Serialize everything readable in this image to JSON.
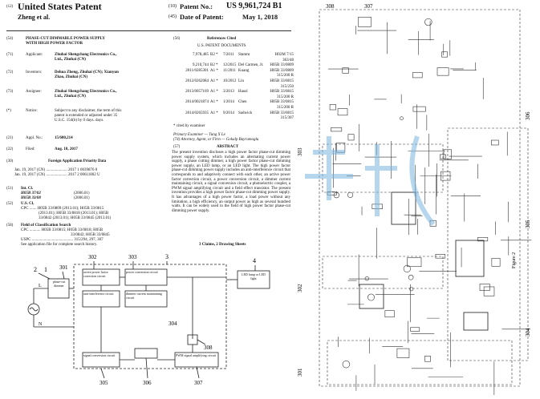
{
  "header": {
    "code12": "(12)",
    "title": "United States Patent",
    "authors": "Zheng et al.",
    "code10": "(10)",
    "patent_no_label": "Patent No.:",
    "patent_no": "US 9,961,724 B1",
    "code45": "(45)",
    "date_label": "Date of Patent:",
    "date": "May 1, 2018"
  },
  "left": {
    "code54": "(54)",
    "title_line1": "PHASE-CUT DIMMABLE POWER SUPPLY",
    "title_line2": "WITH HIGH POWER FACTOR",
    "code71": "(71)",
    "applicant_label": "Applicant:",
    "applicant_line1": "Zhuhai Shengchang Electronics Co.,",
    "applicant_line2": "Ltd., Zhuhai (CN)",
    "code72": "(72)",
    "inventors_label": "Inventors:",
    "inventors_line1": "Dehua Zheng, Zhuhai (CN); Xianyun",
    "inventors_line2": "Zhao, Zhuhai (CN)",
    "code73": "(73)",
    "assignee_label": "Assignee:",
    "assignee_line1": "Zhuhai Shengchang Electronics Co.,",
    "assignee_line2": "Ltd., Zhuhai (CN)",
    "codeStar": "(*)",
    "notice_label": "Notice:",
    "notice_line1": "Subject to any disclaimer, the term of this",
    "notice_line2": "patent is extended or adjusted under 35",
    "notice_line3": "U.S.C. 154(b) by 0 days. days.",
    "code21": "(21)",
    "appl_label": "Appl. No.:",
    "appl_no": "15/680,214",
    "code22": "(22)",
    "filed_label": "Filed:",
    "filed": "Aug. 18, 2017",
    "code30": "(30)",
    "foreign_heading": "Foreign Application Priority Data",
    "foreign1": "Jan. 19, 2017   (CN) ..................... 2017 1 0039876 0",
    "foreign2": "Jan. 19, 2017   (CN) ..................... 2017 2 00611802 U",
    "code51": "(51)",
    "intcl_label": "Int. Cl.",
    "intcl1_code": "H05B 37/02",
    "intcl1_year": "(2006.01)",
    "intcl2_code": "H05B 33/08",
    "intcl2_year": "(2006.01)",
    "code52": "(52)",
    "uscl_label": "U.S. Cl.",
    "cpc_line1": "CPC ....... H05B 33/0809 (2013.01); H05B 33/0815",
    "cpc_line2": "(2013.01); H05B 33/0818 (2013.01); H05B",
    "cpc_line3": "33/0842 (2013.01); H05B 33/0845 (2013.01)",
    "code58": "(58)",
    "field_label": "Field of Classification Search",
    "field_line1": "CPC ........... H05B 33/0815; H05B 33/0818; H05B",
    "field_line2": "33/0842; H05B 33/0845",
    "field_line3": "USPC ......................................... 315/294, 297, 307",
    "field_line4": "See application file for complete search history."
  },
  "mid": {
    "code56": "(56)",
    "refs_heading": "References Cited",
    "refs_sub": "U.S. PATENT DOCUMENTS",
    "refs": [
      {
        "num": "7,978,485",
        "kind": "B2 *",
        "date": "7/2011",
        "name": "Stamm",
        "cls": "H02M 7/15"
      },
      {
        "num": "",
        "kind": "",
        "date": "",
        "name": "",
        "cls": "363/48"
      },
      {
        "num": "9,210,744",
        "kind": "B2 *",
        "date": "12/2015",
        "name": "Del Carmen, Jr.",
        "cls": "H05B 33/0809"
      },
      {
        "num": "2011/0285301",
        "kind": "A1 *",
        "date": "11/2011",
        "name": "Kuang",
        "cls": "H05B 33/0809"
      },
      {
        "num": "",
        "kind": "",
        "date": "",
        "name": "",
        "cls": "315/200 R"
      },
      {
        "num": "2012/0262084",
        "kind": "A1 *",
        "date": "10/2012",
        "name": "Lin",
        "cls": "H05B 33/0815"
      },
      {
        "num": "",
        "kind": "",
        "date": "",
        "name": "",
        "cls": "315/250"
      },
      {
        "num": "2013/0057169",
        "kind": "A1 *",
        "date": "3/2013",
        "name": "Hausl",
        "cls": "H05B 33/0815"
      },
      {
        "num": "",
        "kind": "",
        "date": "",
        "name": "",
        "cls": "315/200 R"
      },
      {
        "num": "2014/0021874",
        "kind": "A1 *",
        "date": "1/2014",
        "name": "Chen",
        "cls": "H05B 33/0815"
      },
      {
        "num": "",
        "kind": "",
        "date": "",
        "name": "",
        "cls": "315/200 R"
      },
      {
        "num": "2014/0265935",
        "kind": "A1 *",
        "date": "9/2014",
        "name": "Sadwick",
        "cls": "H05B 33/0815"
      },
      {
        "num": "",
        "kind": "",
        "date": "",
        "name": "",
        "cls": "315/307"
      }
    ],
    "cited": "* cited by examiner",
    "examiner": "Primary Examiner — Tung X Le",
    "attorney": "(74) Attorney, Agent, or Firm — Gokalp Bayramoglu",
    "code57": "(57)",
    "abstract_heading": "ABSTRACT",
    "abstract": "The present invention discloses a high power factor phase-cut dimming power supply system, which includes an alternating current power supply, a phase cutting dimmer, a high power factor phase-cut dimming power supply, an LED lamp, or an LED light. The high power factor phase-cut dimming power supply includes an anti-interference circuit that corresponds to and adaptively connect with each other, an active power factor correction circuit, a power conversion circuit, a dimmer current maintaining circuit, a signal conversion circuit, a photoelectric coupler, a PWM signal amplifying circuit and a field effect transistor. The present invention provides a high power factor phase-cut dimming power supply. It has advantages of a high power factor, a load power without any limitation, a high efficiency, an output power as high as several hundred watts. It can be widely used in the field of high power factor phase-cut dimming power supply.",
    "claims": "3 Claims, 2 Drawing Sheets"
  },
  "diagram": {
    "label1": "1",
    "label2": "2",
    "label3": "3",
    "label4": "4",
    "label301": "301",
    "label302": "302",
    "label303": "303",
    "label304": "304",
    "label305": "305",
    "label306": "306",
    "label307": "307",
    "label308": "308",
    "labelL": "L",
    "labelN": "N",
    "dimmer": "phase-cut dimmer",
    "pfc": "active power factor correction circuit",
    "anti": "anti-interference circuit",
    "power_conv": "power conversion circuit",
    "dimmer_current": "dimmer current maintaining circuit",
    "signal_conv": "signal conversion circuit",
    "pwm": "PWM signal amplifying circuit",
    "led": "LED lamp or LED light"
  },
  "sheet": {
    "figure_label": "Figure 2",
    "label301": "301",
    "label302": "302",
    "label303": "303",
    "label304": "304",
    "label305": "305",
    "label306": "306",
    "label307": "307",
    "label308": "308"
  }
}
